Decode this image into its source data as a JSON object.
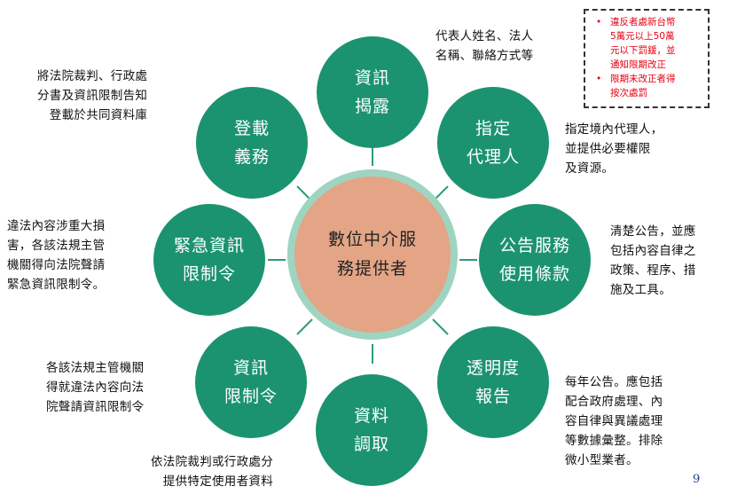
{
  "colors": {
    "node_green": "#1c9370",
    "center_fill": "#e3a585",
    "center_border": "#9fd4c1",
    "connector": "#2d9c79",
    "note_text": "#e60012",
    "page_number": "#1f3b8a"
  },
  "center": {
    "label": "數位中介服\n務提供者"
  },
  "nodes": [
    {
      "id": "disclosure",
      "label": "資訊\n揭露",
      "description": "代表人姓名、法人\n名稱、聯絡方式等"
    },
    {
      "id": "agent",
      "label": "指定\n代理人",
      "description": "指定境內代理人，\n並提供必要權限\n及資源。"
    },
    {
      "id": "terms",
      "label": "公告服務\n使用條款",
      "description": "清楚公告，並應\n包括內容自律之\n政策、程序、措\n施及工具。"
    },
    {
      "id": "transparency",
      "label": "透明度\n報告",
      "description": "每年公告。應包括\n配合政府處理、內\n容自律與異議處理\n等數據彙整。排除\n微小型業者。"
    },
    {
      "id": "retrieval",
      "label": "資料\n調取",
      "description": "依法院裁判或行政處分\n提供特定使用者資料"
    },
    {
      "id": "restriction",
      "label": "資訊\n限制令",
      "description": "各該法規主管機關\n得就違法內容向法\n院聲請資訊限制令"
    },
    {
      "id": "emergency",
      "label": "緊急資訊\n限制令",
      "description": "違法內容涉重大損\n害，各該法規主管\n機關得向法院聲請\n緊急資訊限制令。"
    },
    {
      "id": "registration",
      "label": "登載\n義務",
      "description": "將法院裁判、行政處\n分書及資訊限制告知\n登載於共同資料庫"
    }
  ],
  "note": {
    "items": [
      "違反者處新台幣\n5萬元以上50萬\n元以下罰鍰，並\n通知限期改正",
      "限期未改正者得\n按次處罰"
    ]
  },
  "page_number": "9"
}
